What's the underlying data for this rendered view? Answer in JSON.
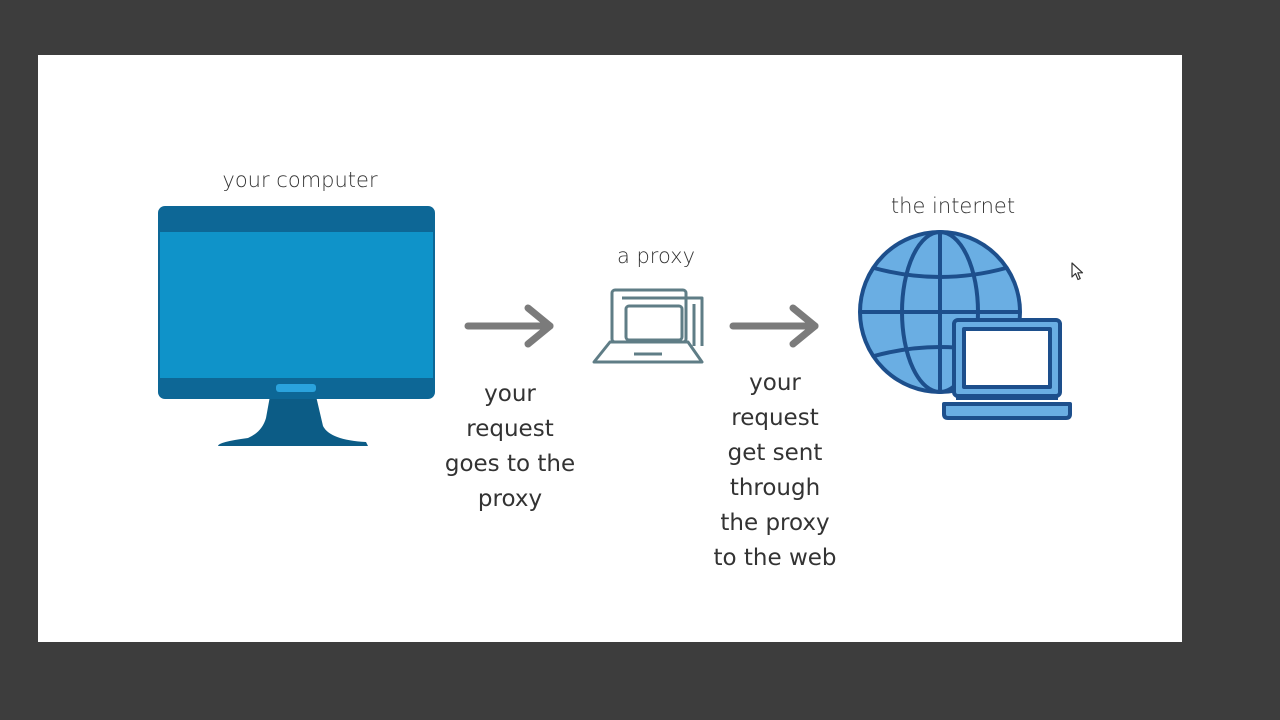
{
  "diagram": {
    "computer": {
      "label": "your computer",
      "icon": "desktop-monitor-icon",
      "colors": {
        "screen": "#0f93c9",
        "frame": "#0d6796",
        "stand": "#0c5c86"
      }
    },
    "arrow1": {
      "icon": "right-arrow-icon",
      "color": "#7b7b7b",
      "caption": [
        "your",
        "request",
        "goes to the",
        "proxy"
      ]
    },
    "proxy": {
      "label": "a proxy",
      "icon": "stacked-laptops-icon",
      "color": "#5f7d86"
    },
    "arrow2": {
      "icon": "right-arrow-icon",
      "color": "#7b7b7b",
      "caption": [
        "your",
        "request",
        "get sent",
        "through",
        "the proxy",
        "to the web"
      ]
    },
    "internet": {
      "label": "the internet",
      "icon": "globe-with-laptop-icon",
      "colors": {
        "fill": "#6aaee3",
        "stroke": "#1d4f8c"
      }
    },
    "cursor": {
      "icon": "mouse-pointer-icon"
    }
  }
}
